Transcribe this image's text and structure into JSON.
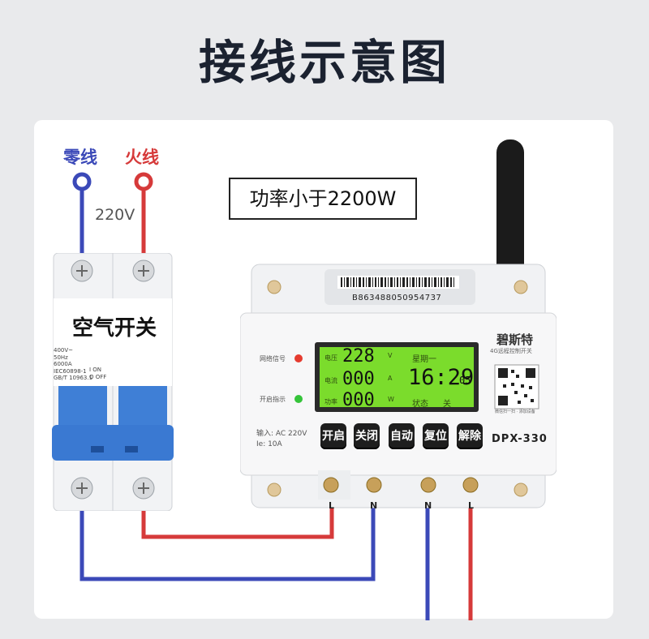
{
  "title": "接线示意图",
  "wires": {
    "neutral_label": "零线",
    "live_label": "火线",
    "voltage": "220V"
  },
  "power_note": "功率小于2200W",
  "breaker": {
    "title": "空气开关",
    "spec_lines": "400V~\n50Hz\n6000A\nIEC60898-1\nGB/T 10963.1",
    "state_lines": "I ON\nO OFF"
  },
  "controller": {
    "barcode": "B863488050954737",
    "brand": "碧斯特",
    "brand_sub": "4G远程控制开关",
    "network_label": "网络信号",
    "power_indicator_label": "开启指示",
    "lcd": {
      "voltage_label": "电压",
      "voltage_value": "228",
      "voltage_unit": "V",
      "current_label": "电流",
      "current_value": "000",
      "current_unit": "A",
      "power_label": "功率",
      "power_value": "000",
      "power_unit": "W",
      "weekday": "星期一",
      "time": "16:29",
      "seconds": "05",
      "status_label": "状态",
      "status_value": "关"
    },
    "buttons": [
      "开启",
      "关闭",
      "自动",
      "复位",
      "解除"
    ],
    "model": "DPX-330",
    "rating_input": "输入: AC 220V",
    "rating_current": "Ie: 10A",
    "qr_caption": "微信扫一扫 · 添加设备",
    "terminals": [
      "L",
      "N",
      "N",
      "L"
    ]
  },
  "colors": {
    "neutral": "#3b49b8",
    "live": "#d63a3a",
    "lcd": "#7bdc2c",
    "breaker_handle": "#3f7fd6"
  }
}
